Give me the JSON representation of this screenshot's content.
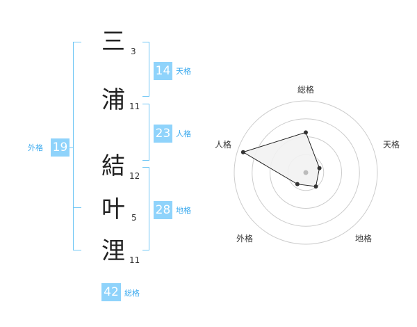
{
  "name": {
    "chars": [
      {
        "char": "三",
        "strokes": "3"
      },
      {
        "char": "浦",
        "strokes": "11"
      },
      {
        "char": "結",
        "strokes": "12"
      },
      {
        "char": "叶",
        "strokes": "5"
      },
      {
        "char": "浬",
        "strokes": "11"
      }
    ]
  },
  "kakusu": {
    "tenkaku": {
      "value": "14",
      "label": "天格"
    },
    "jinkaku": {
      "value": "23",
      "label": "人格"
    },
    "chikaku": {
      "value": "28",
      "label": "地格"
    },
    "gaikaku": {
      "value": "19",
      "label": "外格"
    },
    "soukaku": {
      "value": "42",
      "label": "総格"
    }
  },
  "chart_data": {
    "type": "radar",
    "axes": [
      "総格",
      "天格",
      "地格",
      "外格",
      "人格"
    ],
    "values": [
      2.8,
      1.0,
      1.2,
      1.0,
      4.6
    ],
    "rings": 4,
    "max": 5,
    "grid": true,
    "colors": {
      "fill": "#f2f2f2",
      "line": "#222222",
      "grid": "#cccccc",
      "point": "#333333",
      "center": "#bbbbbb"
    }
  }
}
